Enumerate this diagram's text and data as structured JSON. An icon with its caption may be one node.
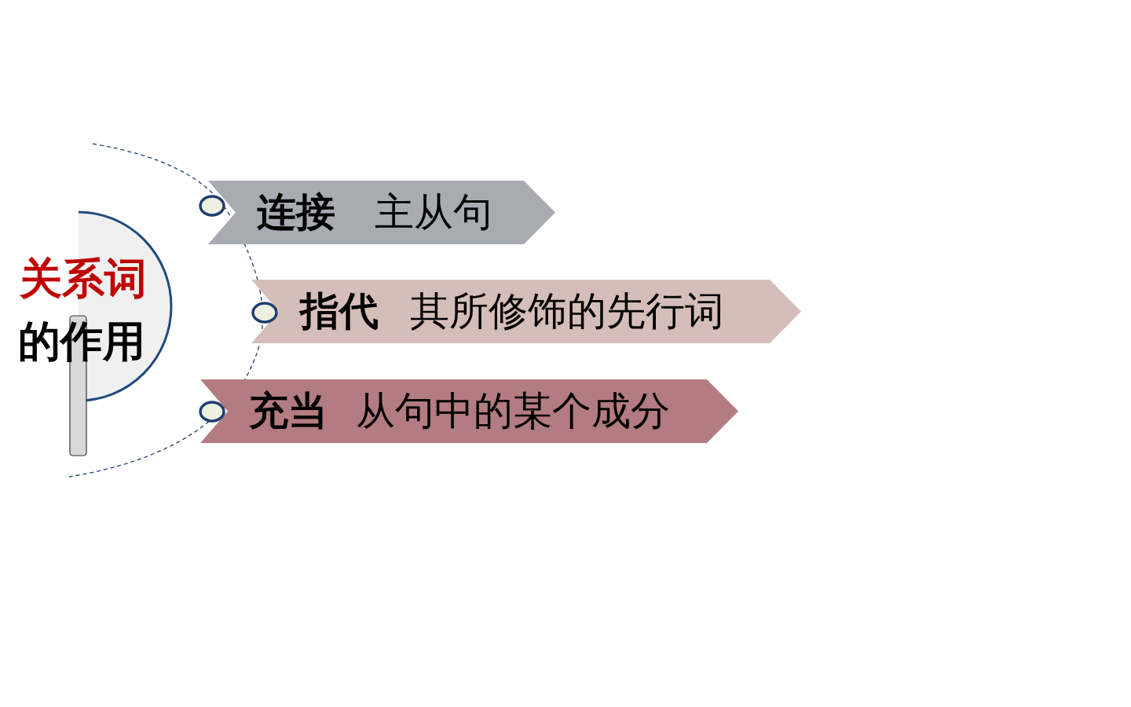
{
  "diagram": {
    "nodes": [
      {
        "text": [
          "关系词",
          "的作用"
        ]
      },
      {
        "text": [
          "连接",
          "主从句"
        ]
      },
      {
        "text": [
          "指代",
          "其所修饰的先行词"
        ]
      },
      {
        "text": [
          "充当",
          "从句中的某个成分"
        ]
      }
    ]
  }
}
